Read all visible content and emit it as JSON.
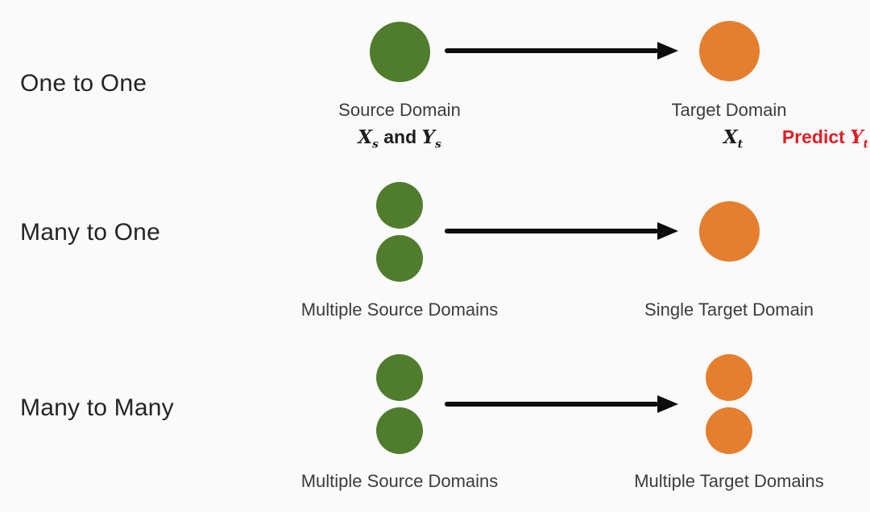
{
  "colors": {
    "background": "#fafafa",
    "source": "#4f7d2d",
    "target": "#e57e2d",
    "arrow": "#0d0d0d",
    "heading": "#242424",
    "caption": "#3c3c3c",
    "formula": "#1d1d1d",
    "predict": "#e11e25"
  },
  "rows": [
    {
      "label": "One to One",
      "source_count": 1,
      "target_count": 1,
      "source_caption": "Source Domain",
      "target_caption": "Target Domain",
      "source_formula": {
        "var1": "X",
        "sub1": "s",
        "conj": "and",
        "var2": "Y",
        "sub2": "s"
      },
      "target_formula": {
        "var1": "X",
        "sub1": "t"
      },
      "predict": {
        "word": "Predict",
        "var": "Y",
        "sub": "t"
      }
    },
    {
      "label": "Many to One",
      "source_count": 2,
      "target_count": 1,
      "source_caption": "Multiple Source Domains",
      "target_caption": "Single Target Domain"
    },
    {
      "label": "Many to Many",
      "source_count": 2,
      "target_count": 2,
      "source_caption": "Multiple Source Domains",
      "target_caption": "Multiple Target Domains"
    }
  ]
}
